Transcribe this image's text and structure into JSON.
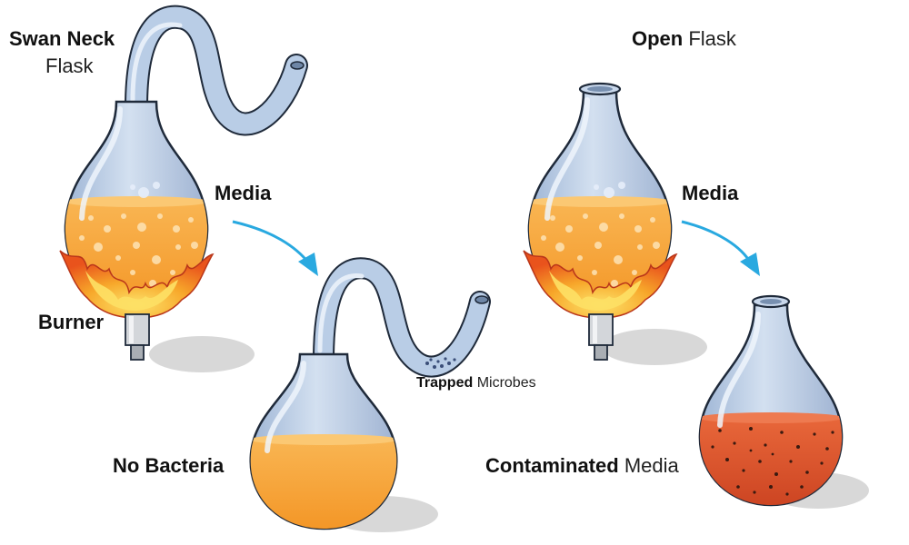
{
  "labels": {
    "swan_neck_bold": "Swan Neck",
    "swan_neck_light": "Flask",
    "open_bold": "Open",
    "open_light": "Flask",
    "media_left": "Media",
    "media_right": "Media",
    "burner": "Burner",
    "trapped_bold": "Trapped",
    "trapped_light": "Microbes",
    "no_bacteria": "No Bacteria",
    "contaminated_bold": "Contaminated",
    "contaminated_light": "Media"
  },
  "colors": {
    "glass": "#b9cde6",
    "glass_outline": "#1f2a3a",
    "broth": "#f7a53a",
    "contaminated_broth": "#e0582a",
    "flame_outer": "#f28a1e",
    "flame_inner": "#fbd23c",
    "arrow": "#29a9e0",
    "shadow": "#d6d6d6"
  },
  "icons": {
    "arrow": "curved-arrow-icon",
    "flame": "flame-icon",
    "burner": "burner-nozzle-icon"
  }
}
